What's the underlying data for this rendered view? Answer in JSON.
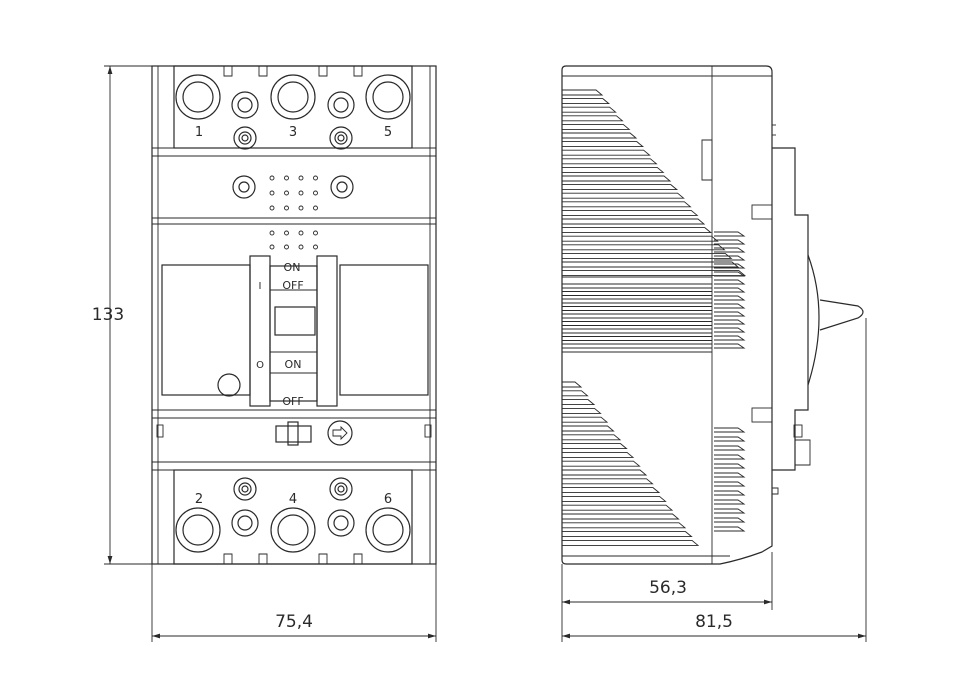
{
  "front_view": {
    "terminals_top": [
      "1",
      "3",
      "5"
    ],
    "terminals_bottom": [
      "2",
      "4",
      "6"
    ],
    "handle_labels": {
      "on_top": "ON",
      "off_top": "OFF",
      "on_mid": "ON",
      "off_bottom": "OFF",
      "symbol_on": "I",
      "symbol_off": "O"
    }
  },
  "dimensions": {
    "height": "133",
    "front_width": "75,4",
    "body_depth": "56,3",
    "total_depth": "81,5"
  }
}
